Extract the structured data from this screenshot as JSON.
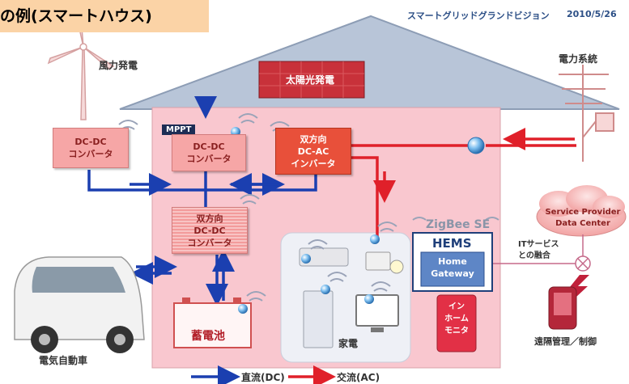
{
  "title": "の例(スマートハウス)",
  "header": {
    "vision": "スマートグリッドグランドビジョン",
    "date": "2010/5/26"
  },
  "labels": {
    "wind": "風力発電",
    "grid": "電力系統",
    "solar": "太陽光発電",
    "mppt": "MPPT",
    "conv_wind_1": "DC-DC",
    "conv_wind_2": "コンバータ",
    "conv_solar_1": "DC-DC",
    "conv_solar_2": "コンバータ",
    "inv_1": "双方向",
    "inv_2": "DC-AC",
    "inv_3": "インバータ",
    "bidc_1": "双方向",
    "bidc_2": "DC-DC",
    "bidc_3": "コンバータ",
    "battery": "蓄電池",
    "ev": "電気自動車",
    "appliances": "家電",
    "zigbee": "ZigBee SE",
    "hems": "HEMS",
    "gateway_1": "Home",
    "gateway_2": "Gateway",
    "monitor_1": "イン",
    "monitor_2": "ホーム",
    "monitor_3": "モニタ",
    "service_1": "Service Provider",
    "service_2": "Data Center",
    "it_1": "ITサービス",
    "it_2": "との融合",
    "remote": "遠隔管理／制御",
    "legend_dc": "直流(DC)",
    "legend_ac": "交流(AC)"
  },
  "colors": {
    "dc": "#1b3fb0",
    "ac": "#e0202a",
    "house": "#f9c7cf",
    "roof": "#b8c5d8",
    "title_bg": "#fbd3a6"
  }
}
